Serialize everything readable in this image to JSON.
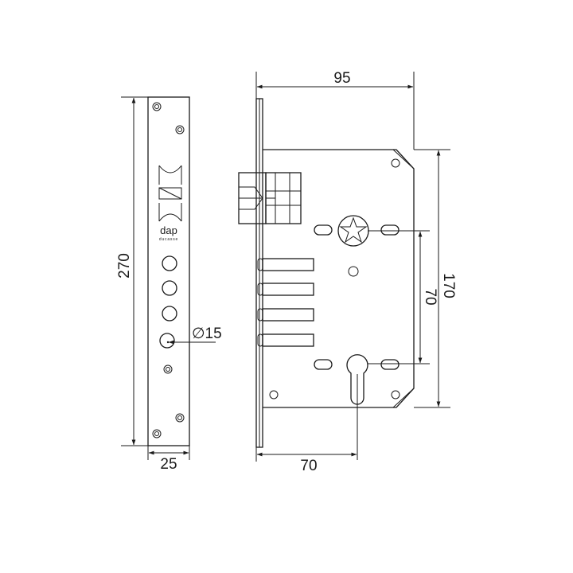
{
  "dimensions": {
    "faceplate_height": "270",
    "faceplate_width": "25",
    "hole_diameter": "∅15",
    "case_depth": "95",
    "case_height": "170",
    "center_distance": "70",
    "backset": "70"
  },
  "logo": {
    "brand": "dap",
    "tagline": "ducasse"
  }
}
